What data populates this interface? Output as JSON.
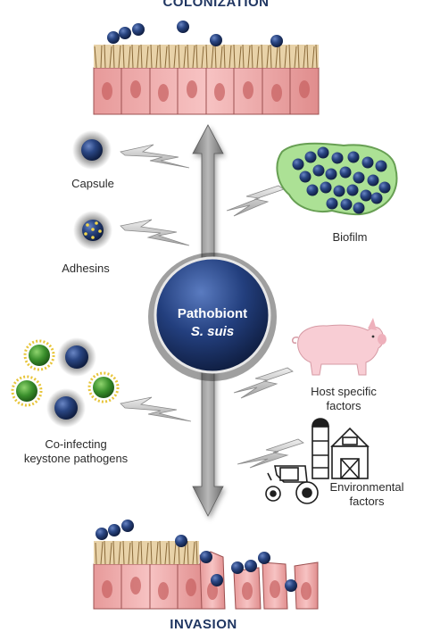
{
  "header": {
    "top": "COLONIZATION",
    "bottom": "INVASION"
  },
  "center": {
    "line1": "Pathobiont",
    "line2": "S. suis"
  },
  "factors": {
    "capsule": "Capsule",
    "adhesins": "Adhesins",
    "coinfecting_line1": "Co-infecting",
    "coinfecting_line2": "keystone pathogens",
    "biofilm": "Biofilm",
    "host_line1": "Host specific",
    "host_line2": "factors",
    "env_line1": "Environmental",
    "env_line2": "factors"
  },
  "colors": {
    "bacterium": "#1e3266",
    "epithelium": "#f2b3b3",
    "cilia": "#c9a46a",
    "biofilm": "#a8e090",
    "arrow": "#8c8c8c",
    "heading": "#1f3561",
    "co_pathogen": "#3f9a2f"
  }
}
